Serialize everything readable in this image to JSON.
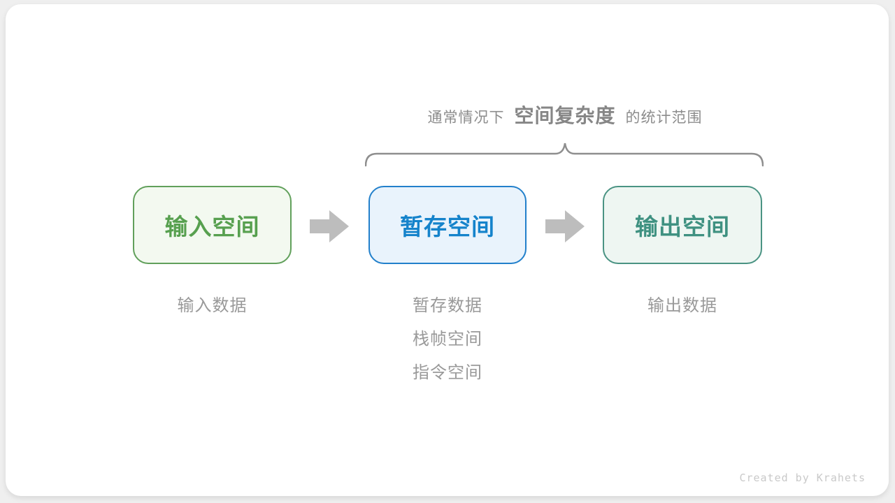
{
  "caption": {
    "prefix": "通常情况下",
    "highlight": "空间复杂度",
    "suffix": "的统计范围"
  },
  "boxes": [
    {
      "id": "input-space",
      "label": "输入空间",
      "theme": "green",
      "sub_labels": [
        "输入数据"
      ]
    },
    {
      "id": "temp-space",
      "label": "暂存空间",
      "theme": "blue",
      "sub_labels": [
        "暂存数据",
        "栈帧空间",
        "指令空间"
      ]
    },
    {
      "id": "output-space",
      "label": "输出空间",
      "theme": "teal",
      "sub_labels": [
        "输出数据"
      ]
    }
  ],
  "themes": {
    "green": {
      "border": "#61a05b",
      "fill": "#f3f9f0",
      "text": "#57a04f"
    },
    "blue": {
      "border": "#2280cb",
      "fill": "#e9f3fc",
      "text": "#1583cb"
    },
    "teal": {
      "border": "#4a9383",
      "fill": "#eef6f2",
      "text": "#3f9181"
    }
  },
  "arrow_color": "#bdbdbd",
  "brace_color": "#8e8e8e",
  "credit": "Created by Krahets"
}
